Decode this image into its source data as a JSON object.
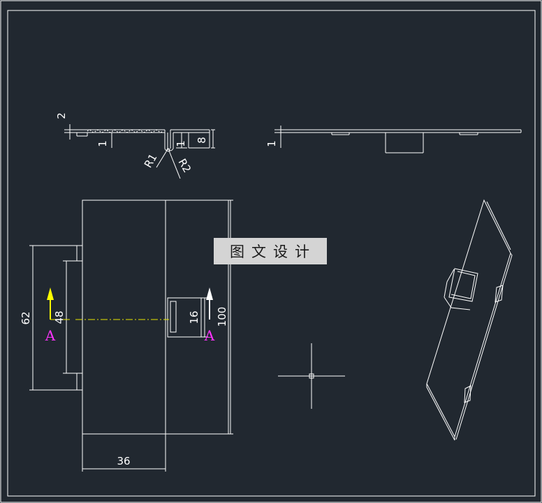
{
  "colors": {
    "background": "#212830",
    "line": "#ffffff",
    "centerline": "#e6e600",
    "section_arrow_left": "#ffff00",
    "section_letter": "#ff33ff"
  },
  "dimensions": {
    "thickness_2": "2",
    "thickness_1_left": "1",
    "thickness_1_mid": "1",
    "height_8": "8",
    "radius_1": "R1",
    "radius_2": "R2",
    "thickness_1_side": "1",
    "width_62": "62",
    "width_48": "48",
    "slot_16": "16",
    "height_100": "100",
    "width_36": "36"
  },
  "section": {
    "left_letter": "A",
    "right_letter": "A"
  },
  "watermark": {
    "text": "图文设计"
  }
}
